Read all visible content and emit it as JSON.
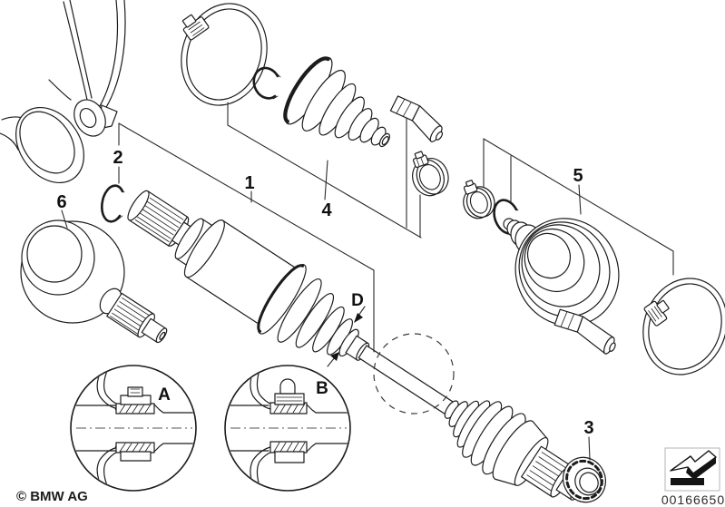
{
  "page": {
    "background": "#ffffff",
    "line_color": "#1c1c1c"
  },
  "callouts": {
    "c1": "1",
    "c2": "2",
    "c3": "3",
    "c4": "4",
    "c5": "5",
    "c6": "6",
    "cA": "A",
    "cB": "B",
    "cD": "D"
  },
  "footer": {
    "copyright": "© BMW AG",
    "image_number": "00166650"
  },
  "icons": {
    "direction_arrow": "3d-arrow-pointing-lower-left"
  }
}
